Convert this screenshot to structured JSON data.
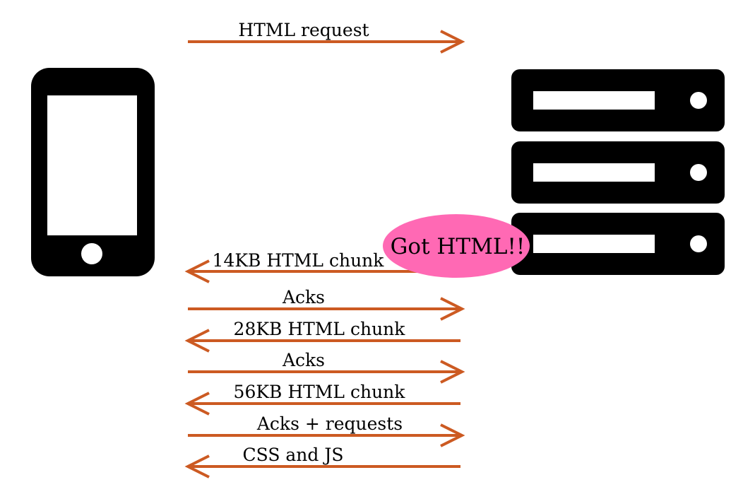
{
  "colors": {
    "arrow": "#cc5a22",
    "device": "#000000",
    "bubble": "#ff69b4"
  },
  "icons": {
    "client": "smartphone-icon",
    "server": "server-rack-icon"
  },
  "callout": {
    "text": "Got HTML!!"
  },
  "messages": [
    {
      "label": "HTML request",
      "direction": "to-server"
    },
    {
      "label": "14KB HTML chunk",
      "direction": "to-client"
    },
    {
      "label": "Acks",
      "direction": "to-server"
    },
    {
      "label": "28KB HTML chunk",
      "direction": "to-client"
    },
    {
      "label": "Acks",
      "direction": "to-server"
    },
    {
      "label": "56KB HTML chunk",
      "direction": "to-client"
    },
    {
      "label": "Acks + requests",
      "direction": "to-server"
    },
    {
      "label": "CSS and JS",
      "direction": "to-client"
    }
  ]
}
